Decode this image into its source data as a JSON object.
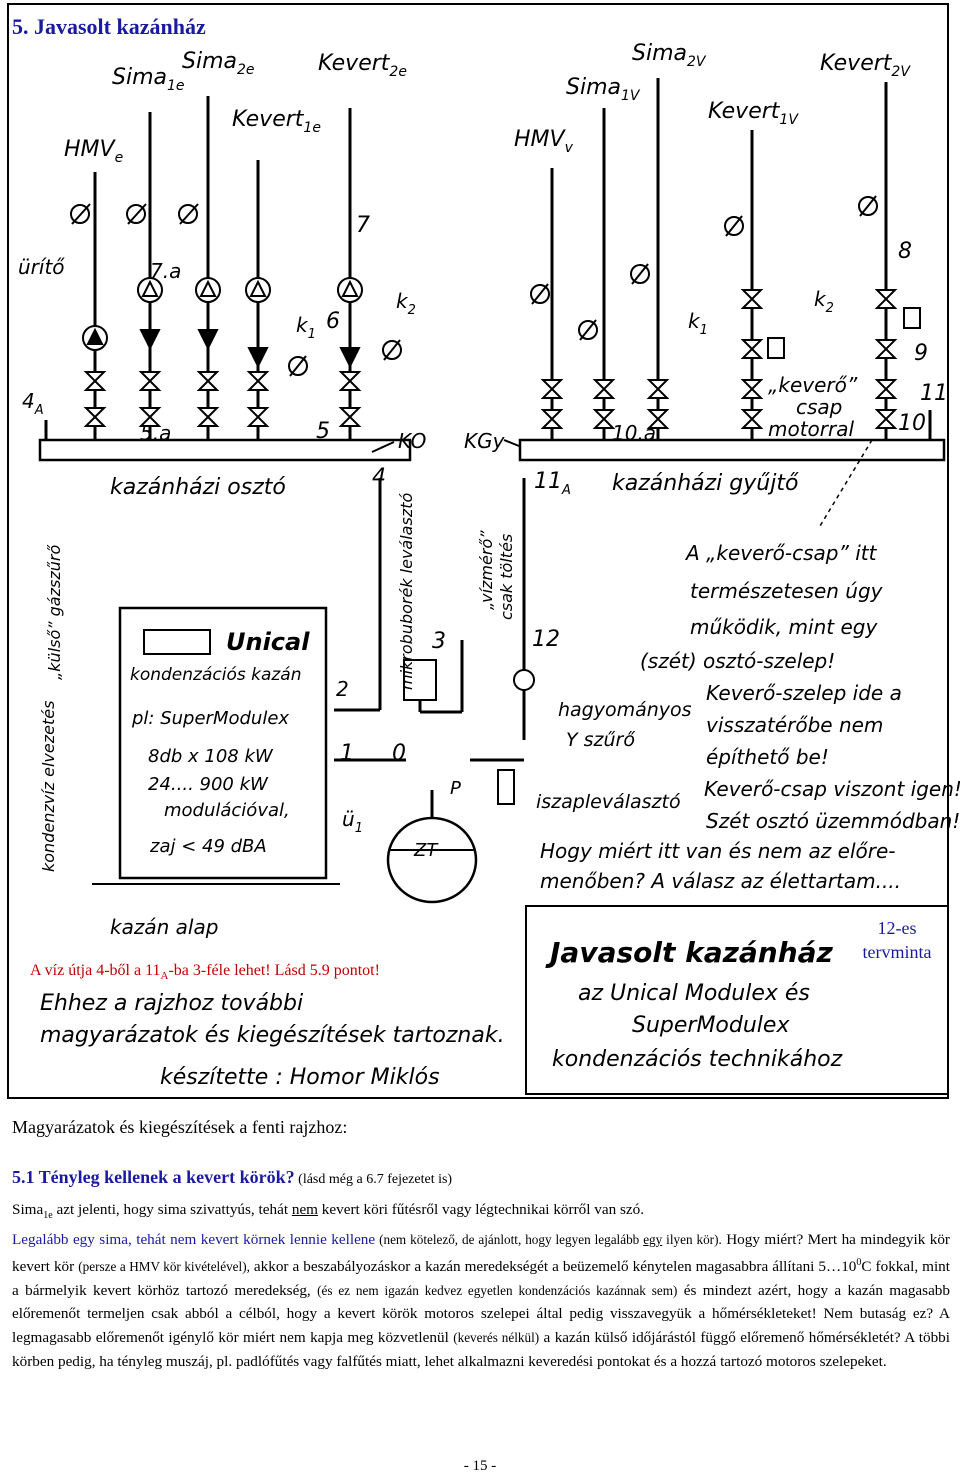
{
  "heading": "5.  Javasolt kazánház",
  "drawing": {
    "top_labels": {
      "sima_1e": "Sima",
      "sima_1e_sub": "1e",
      "sima_2e": "Sima",
      "sima_2e_sub": "2e",
      "kevert_1e": "Kevert",
      "kevert_1e_sub": "1e",
      "kevert_2e": "Kevert",
      "kevert_2e_sub": "2e",
      "hmv_e": "HMV",
      "hmv_e_sub": "e",
      "sima_1v": "Sima",
      "sima_1v_sub": "1V",
      "sima_2v": "Sima",
      "sima_2v_sub": "2V",
      "kevert_1v": "Kevert",
      "kevert_1v_sub": "1V",
      "kevert_2v": "Kevert",
      "kevert_2v_sub": "2V",
      "hmv_v": "HMV",
      "hmv_v_sub": "v"
    },
    "labels": {
      "urito": "ürítő",
      "n7a": "7.a",
      "n7": "7",
      "n6": "6",
      "n5a": "5.a",
      "n5": "5",
      "n4a": "4",
      "n4a_sub": "A",
      "n4": "4",
      "k1": "k",
      "k1_sub": "1",
      "k2": "k",
      "k2_sub": "2",
      "ko": "KO",
      "kgy": "KGy",
      "n11a": "11",
      "n11a_sub": "A",
      "n10a": "10.a",
      "n10": "10",
      "n11": "11",
      "n8": "8",
      "n9": "9",
      "n12": "12",
      "n3": "3",
      "n2": "2",
      "n1": "1",
      "n0": "0",
      "p": "P",
      "u1": "ü",
      "u1_sub": "1",
      "zt": "ZT",
      "kazanhazi_oszto": "kazánházi osztó",
      "kazanhazi_gyujto": "kazánházi gyűjtő",
      "kevero_csap_motorral_1": "„keverő”",
      "kevero_csap_motorral_2": "csap",
      "kevero_csap_motorral_3": "motorral",
      "kulso_gazszuro": "„külső” gázszűrő",
      "kondenzviz": "kondenzvíz elvezetés",
      "mikrobuborek": "mikrobuborék leválasztó",
      "vizmero": "„vízmérő”",
      "csak_toltes": "csak töltés",
      "hagyomanyos": "hagyományos",
      "y_szuro": "Y szűrő",
      "iszapleválasztó": "iszapleválasztó",
      "kazan_alap": "kazán alap"
    },
    "boiler": {
      "brand": "Unical",
      "line1": "kondenzációs kazán",
      "line2": "pl: SuperModulex",
      "line3": "8db x 108 kW",
      "line4": "24.... 900 kW",
      "line5": "modulációval,",
      "line6": "zaj < 49 dBA"
    },
    "note_lines": [
      "A „keverő-csap” itt",
      "természetesen úgy",
      "működik, mint egy",
      "(szét) osztó-szelep!",
      "Keverő-szelep ide a",
      "visszatérőbe nem",
      "építhető be!",
      "Keverő-csap viszont igen!",
      "Szét osztó üzemmódban!",
      "Hogy miért itt van és nem az előre-",
      "menőben? A válasz az élettartam...."
    ],
    "bottom_left_lines": [
      "Ehhez a rajzhoz további",
      "magyarázatok és kiegészítések tartoznak.",
      "készítette : Homor Miklós"
    ],
    "title_box_lines": [
      "Javasolt kazánház",
      "az Unical Modulex és",
      "SuperModulex",
      "kondenzációs technikához"
    ]
  },
  "red_note": {
    "part1": "A víz útja 4-ből a 11",
    "sub": "A",
    "part2": "-ba 3-féle lehet!",
    "part3": " Lásd 5.9 pontot!"
  },
  "tervminta": {
    "line1": "12-es",
    "line2": "tervminta"
  },
  "subtitle": "Magyarázatok és kiegészítések a fenti rajzhoz:",
  "section": {
    "title": "5.1  Tényleg kellenek a kevert körök?",
    "ref": " (lásd még a 6.7 fejezetet is)"
  },
  "paragraph": {
    "s1a": "Sima",
    "s1sub": "1e",
    "s1b": " azt jelenti, hogy sima szivattyús, tehát ",
    "s1u": "nem",
    "s1c": " kevert köri fűtésről vagy légtechnikai körről van szó.",
    "s2": "Legalább egy sima, tehát nem kevert körnek lennie kellene",
    "s3a": " (nem kötelező, de ajánlott, hogy legyen legalább ",
    "s3u": "egy",
    "s3b": " ilyen kör).",
    "s4": " Hogy miért? Mert ha mindegyik kör kevert kör ",
    "s5": "(persze a HMV kör kivételével),",
    "s6": " akkor a beszabályozáskor a kazán meredekségét a beüzemelő kénytelen magasabbra állítani 5…10",
    "s6sup": "0",
    "s7": "C fokkal, mint a bármelyik kevert körhöz tartozó meredekség, ",
    "s8": "(és ez nem igazán kedvez egyetlen kondenzációs kazánnak sem)",
    "s9": " és mindezt azért, hogy a kazán magasabb előremenőt termeljen csak abból a célból, hogy a kevert körök motoros szelepei által pedig visszavegyük a hőmérsékleteket! Nem butaság ez? A legmagasabb előremenőt igénylő kör miért nem kapja meg közvetlenül ",
    "s10": "(keverés nélkül)",
    "s11": " a kazán külső időjárástól függő előremenő hőmérsékletét? A többi körben pedig, ha tényleg muszáj, pl. padlófűtés vagy falfűtés miatt, lehet alkalmazni keveredési pontokat és a hozzá tartozó motoros szelepeket."
  },
  "page_number": "- 15 -"
}
